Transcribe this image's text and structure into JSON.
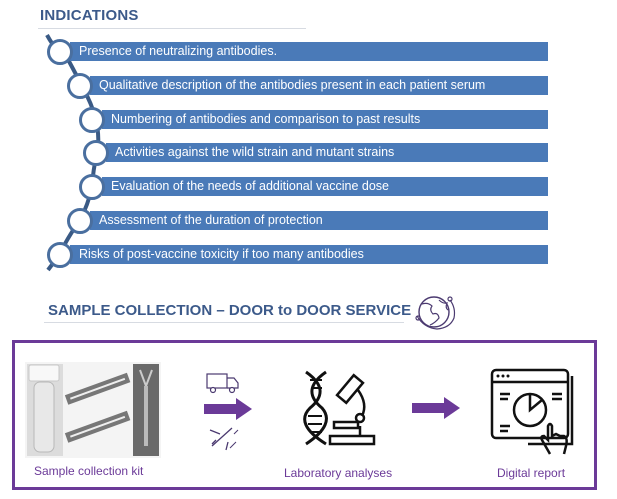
{
  "indications": {
    "title": "INDICATIONS",
    "items": [
      {
        "label": "Presence of neutralizing antibodies."
      },
      {
        "label": "Qualitative description of the antibodies present in each patient serum"
      },
      {
        "label": "Numbering of antibodies and comparison to past results"
      },
      {
        "label": "Activities against the wild strain and mutant strains"
      },
      {
        "label": "Evaluation of the needs of additional vaccine dose"
      },
      {
        "label": "Assessment of the duration of protection"
      },
      {
        "label": "Risks of post-vaccine toxicity if too many antibodies"
      }
    ]
  },
  "sample_collection": {
    "title": "SAMPLE COLLECTION – DOOR to DOOR SERVICE",
    "icon": "globe-icon",
    "steps": [
      {
        "label": "Sample collection kit",
        "icon": "sample-kit-image"
      },
      {
        "label": "Laboratory analyses",
        "icon": "dna-microscope-icon"
      },
      {
        "label": "Digital report",
        "icon": "digital-report-icon"
      }
    ],
    "transport_icons": [
      "truck-icon",
      "airplane-icon"
    ]
  },
  "colors": {
    "heading": "#3c5a8a",
    "bar": "#4a7ab8",
    "accent_purple": "#6b3a98"
  }
}
